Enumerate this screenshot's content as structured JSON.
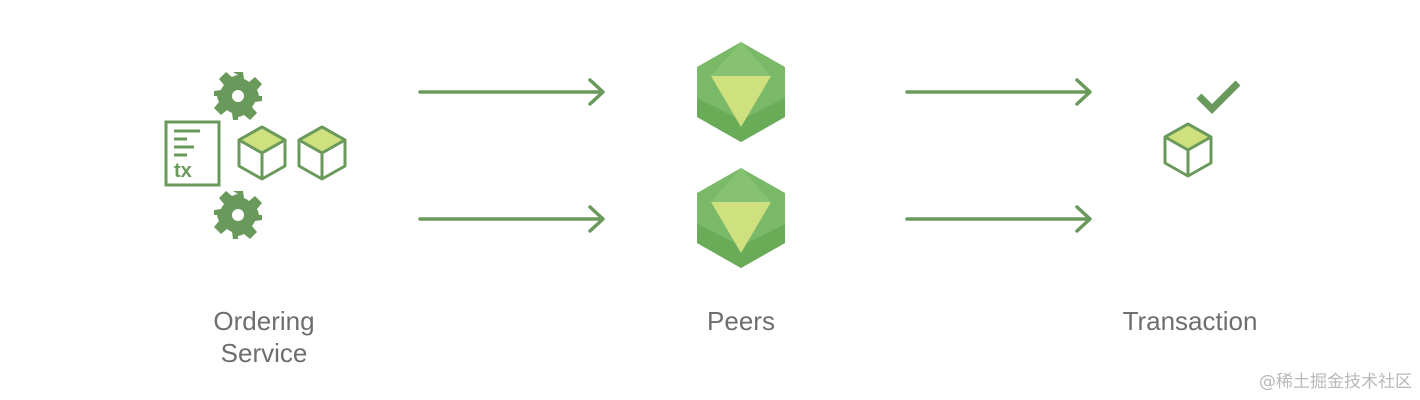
{
  "stages": [
    {
      "label_lines": [
        "Ordering",
        "Service"
      ]
    },
    {
      "label_lines": [
        "Peers"
      ]
    },
    {
      "label_lines": [
        "Transaction"
      ]
    }
  ],
  "document_icon_text": "tx",
  "watermark": "@稀土掘金技术社区",
  "colors": {
    "green_dark": "#6a9a5b",
    "green_mid": "#79b967",
    "green_light": "#cfe07e",
    "text": "#6e6e6e"
  },
  "icons": [
    "gear-icon",
    "document-icon",
    "block-icon",
    "peer-node-icon",
    "arrow-right-icon",
    "checkmark-icon"
  ]
}
